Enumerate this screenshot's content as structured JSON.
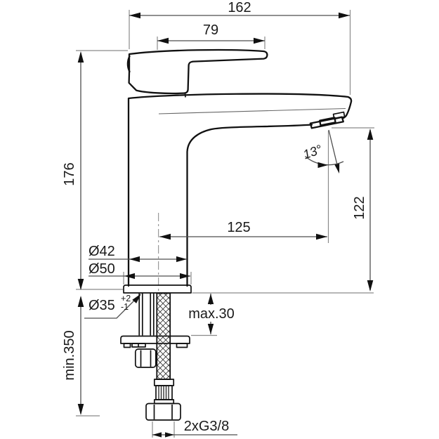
{
  "drawing": {
    "type": "technical-dimension-drawing",
    "subject": "single-lever basin mixer faucet, side elevation with installation dimensions",
    "colors": {
      "outline": "#111111",
      "dimension_lines": "#4d4d4d",
      "extension_lines": "#8a8a8a",
      "background": "#ffffff"
    },
    "labels": {
      "total_width": "162",
      "lever_length": "79",
      "body_height": "176",
      "spout_height": "122",
      "spout_reach": "125",
      "spout_angle": "13°",
      "body_diameter": "Ø42",
      "base_diameter": "Ø50",
      "hole_diameter": "Ø35",
      "hole_tolerance_plus": "+2",
      "hole_tolerance_minus": "-1",
      "max_deck_thickness": "max.30",
      "min_hose_length": "min.350",
      "supply_connection": "2xG3/8"
    }
  }
}
